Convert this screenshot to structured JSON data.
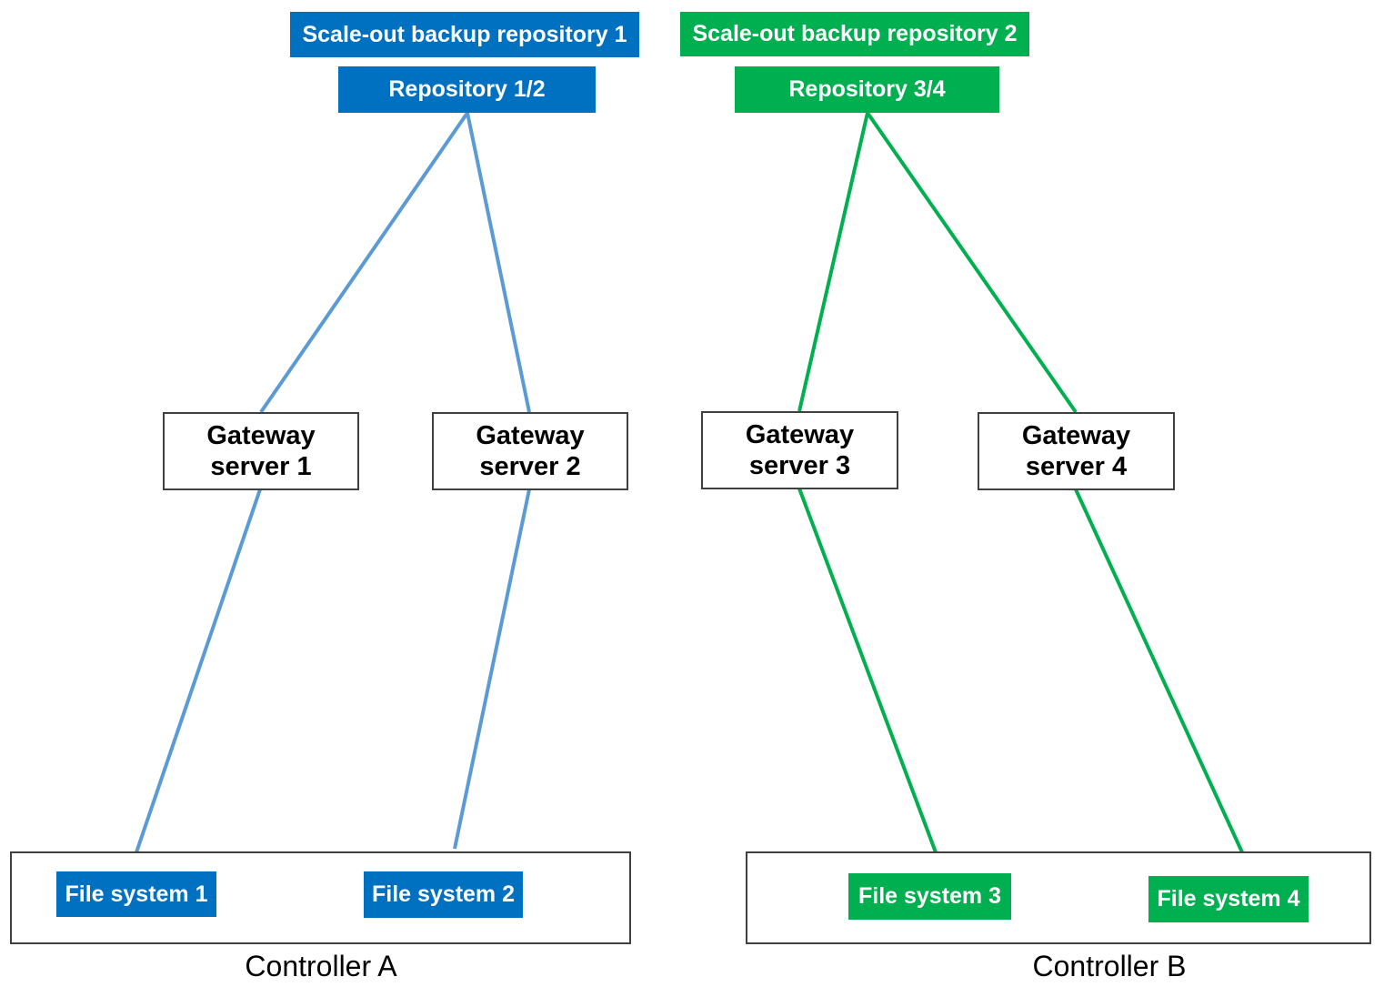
{
  "colors": {
    "group_1": "#0070c0",
    "group_1_line": "#5b9bd5",
    "group_2": "#00b050",
    "group_2_line": "#00b050"
  },
  "scale_out_repositories": [
    {
      "label": "Scale-out backup repository 1"
    },
    {
      "label": "Scale-out backup repository 2"
    }
  ],
  "repositories": [
    {
      "label": "Repository 1/2"
    },
    {
      "label": "Repository 3/4"
    }
  ],
  "gateway_servers": [
    {
      "line1": "Gateway",
      "line2": "server 1"
    },
    {
      "line1": "Gateway",
      "line2": "server 2"
    },
    {
      "line1": "Gateway",
      "line2": "server 3"
    },
    {
      "line1": "Gateway",
      "line2": "server 4"
    }
  ],
  "file_systems": [
    {
      "label": "File system 1"
    },
    {
      "label": "File system 2"
    },
    {
      "label": "File system 3"
    },
    {
      "label": "File system 4"
    }
  ],
  "controllers": [
    {
      "label": "Controller A"
    },
    {
      "label": "Controller B"
    }
  ]
}
